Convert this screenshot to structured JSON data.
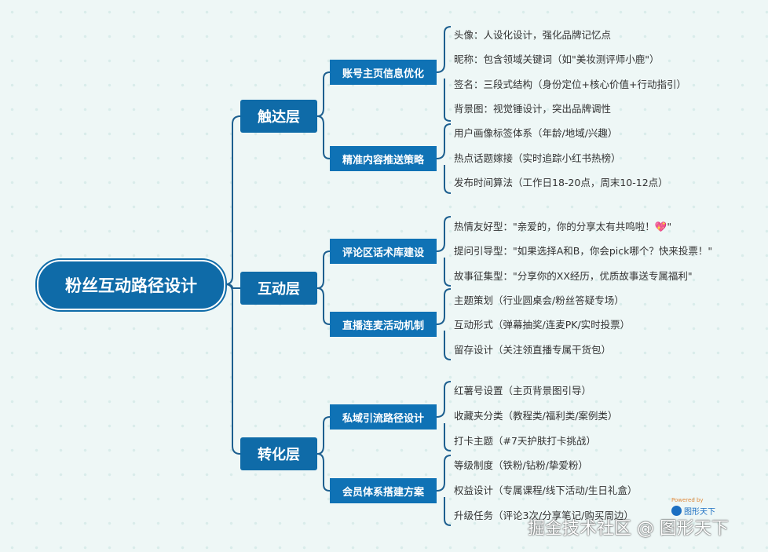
{
  "root": "粉丝互动路径设计",
  "layers": [
    {
      "label": "触达层",
      "groups": [
        {
          "label": "账号主页信息优化",
          "items": [
            "头像：人设化设计，强化品牌记忆点",
            "昵称：包含领域关键词（如\"美妆测评师小鹿\"）",
            "签名：三段式结构（身份定位+核心价值+行动指引）",
            "背景图：视觉锤设计，突出品牌调性"
          ]
        },
        {
          "label": "精准内容推送策略",
          "items": [
            "用户画像标签体系（年龄/地域/兴趣）",
            "热点话题嫁接（实时追踪小红书热榜）",
            "发布时间算法（工作日18-20点，周末10-12点）"
          ]
        }
      ]
    },
    {
      "label": "互动层",
      "groups": [
        {
          "label": "评论区话术库建设",
          "items": [
            "热情友好型：\"亲爱的，你的分享太有共鸣啦！💖\"",
            "提问引导型：\"如果选择A和B，你会pick哪个？快来投票！\"",
            "故事征集型：\"分享你的XX经历，优质故事送专属福利\""
          ]
        },
        {
          "label": "直播连麦活动机制",
          "items": [
            "主题策划（行业圆桌会/粉丝答疑专场）",
            "互动形式（弹幕抽奖/连麦PK/实时投票）",
            "留存设计（关注领直播专属干货包）"
          ]
        }
      ]
    },
    {
      "label": "转化层",
      "groups": [
        {
          "label": "私域引流路径设计",
          "items": [
            "红薯号设置（主页背景图引导）",
            "收藏夹分类（教程类/福利类/案例类）",
            "打卡主题（#7天护肤打卡挑战）"
          ]
        },
        {
          "label": "会员体系搭建方案",
          "items": [
            "等级制度（铁粉/钻粉/挚爱粉）",
            "权益设计（专属课程/线下活动/生日礼盒）",
            "升级任务（评论3次/分享笔记/购买周边）"
          ]
        }
      ]
    }
  ],
  "watermark": "掘金技术社区 @ 图形天下",
  "powered_by": "Powered by",
  "logo_text": "图形天下",
  "colors": {
    "node": "#0f6ba8",
    "line": "#1d5f8f",
    "background": "#eef7f6"
  }
}
